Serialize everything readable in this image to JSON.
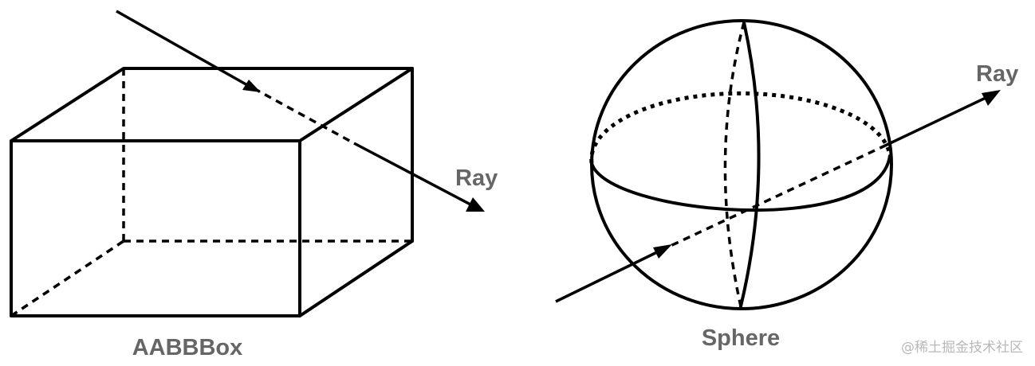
{
  "labels": {
    "box_name": "AABBBox",
    "box_ray": "Ray",
    "sphere_name": "Sphere",
    "sphere_ray": "Ray"
  },
  "watermark": "@稀土掘金技术社区",
  "colors": {
    "line": "#000000",
    "label": "#666666",
    "watermark": "#b8b8b8"
  }
}
